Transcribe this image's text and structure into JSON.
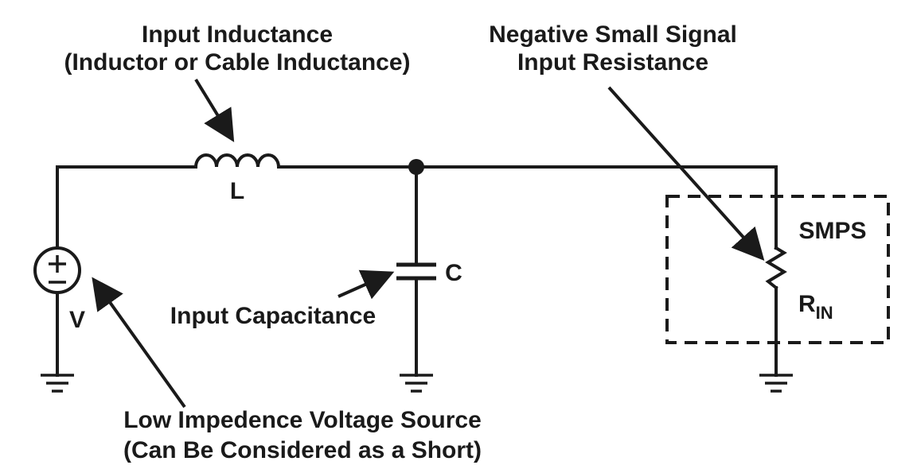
{
  "labels": {
    "input_inductance_line1": "Input Inductance",
    "input_inductance_line2": "(Inductor or Cable Inductance)",
    "neg_resistance_line1": "Negative Small Signal",
    "neg_resistance_line2": "Input Resistance",
    "inductor": "L",
    "capacitor": "C",
    "source": "V",
    "input_capacitance": "Input Capacitance",
    "smps": "SMPS",
    "rin_main": "R",
    "rin_sub": "IN",
    "source_desc_line1": "Low Impedence Voltage Source",
    "source_desc_line2": "(Can Be Considered as a Short)"
  },
  "colors": {
    "ink": "#1a1a1a",
    "background": "#ffffff"
  },
  "icons": {
    "source_symbol": "dc-voltage-source-icon",
    "ground_symbol": "ground-icon"
  }
}
